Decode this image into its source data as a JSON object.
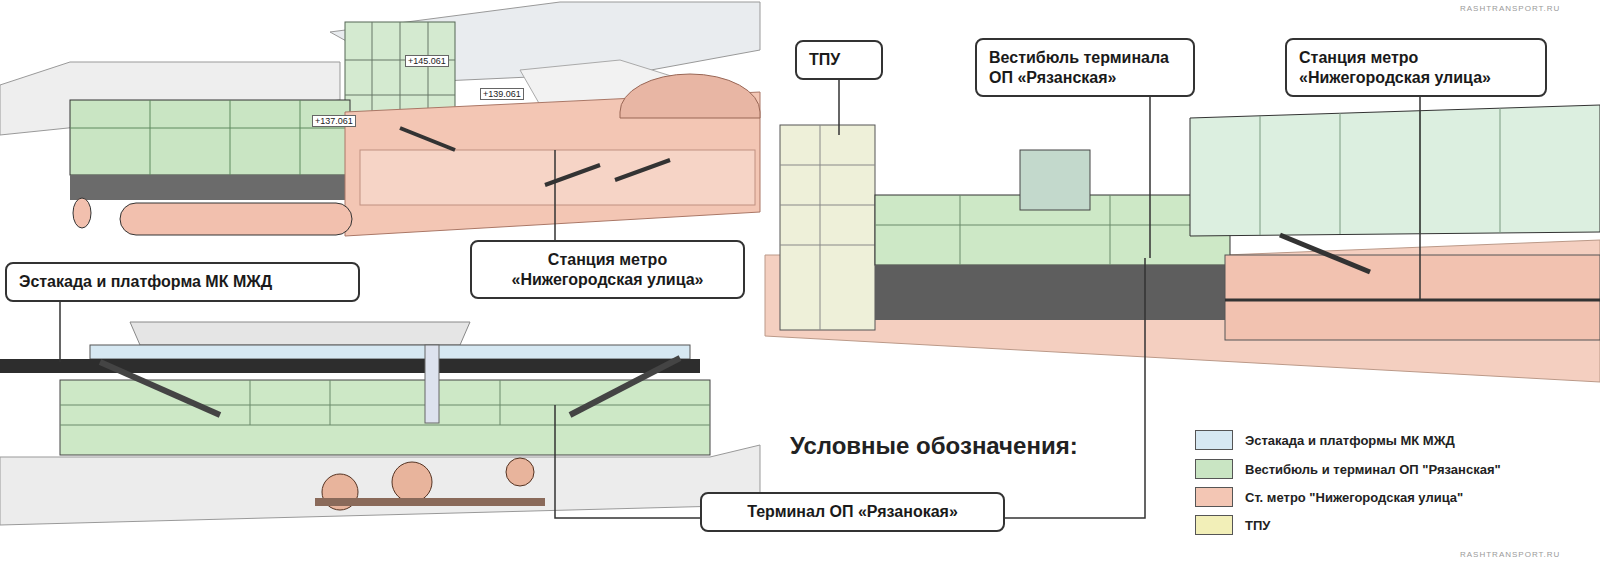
{
  "diagram": {
    "nodes": [
      {
        "text": [
          "ТПУ"
        ]
      },
      {
        "text": [
          "Вестибюль терминала ОП «Рязанская»"
        ]
      },
      {
        "text": [
          "Станция метро «Нижегородская улица»"
        ]
      },
      {
        "text": [
          "Станция метро «Нижегородская улица»"
        ]
      },
      {
        "text": [
          "Эстакада и платформа МК МЖД"
        ]
      },
      {
        "text": [
          "Терминал ОП «Рязанокая»"
        ]
      }
    ],
    "labels": [
      "+145.061",
      "+139.061",
      "+137.061",
      "Условные обозначения:",
      "RASHTRANSPORT.RU",
      "RASHTRANSPORT.RU"
    ],
    "legend": [
      {
        "text": "Эстакада и платформы МК МЖД",
        "color": "#d6e8f2"
      },
      {
        "text": "Вестибюль и терминал ОП \"Рязанская\"",
        "color": "#c9e5c3"
      },
      {
        "text": "Ст. метро \"Нижегородская улица\"",
        "color": "#f3c6b4"
      },
      {
        "text": "ТПУ",
        "color": "#f2efb8"
      }
    ]
  }
}
